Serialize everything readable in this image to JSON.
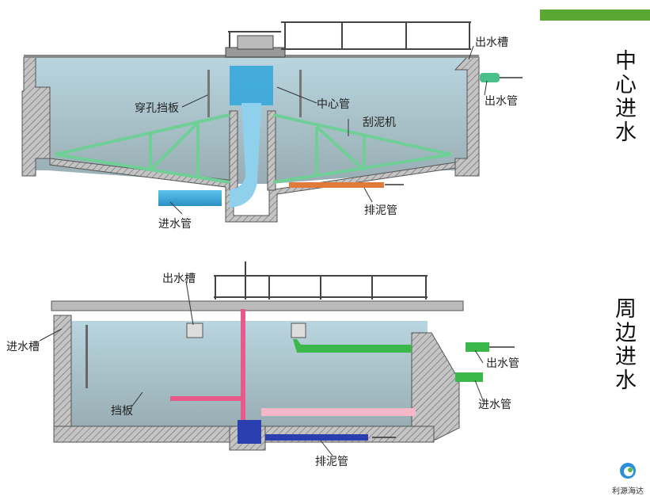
{
  "sections": [
    {
      "title": "中心进水",
      "chars": [
        "中",
        "心",
        "进",
        "水"
      ]
    },
    {
      "title": "周边进水",
      "chars": [
        "周",
        "边",
        "进",
        "水"
      ]
    }
  ],
  "top_diagram": {
    "labels": {
      "outlet_trough": "出水槽",
      "outlet_pipe": "出水管",
      "perforated_baffle": "穿孔挡板",
      "center_pipe": "中心管",
      "scraper": "刮泥机",
      "inlet_pipe": "进水管",
      "sludge_pipe": "排泥管"
    }
  },
  "bottom_diagram": {
    "labels": {
      "outlet_trough": "出水槽",
      "inlet_trough": "进水槽",
      "baffle": "挡板",
      "outlet_pipe": "出水管",
      "inlet_pipe": "进水管",
      "sludge_pipe": "排泥管"
    }
  },
  "logo": {
    "text": "利源海达"
  },
  "colors": {
    "accent": "#5aa832",
    "water": "#a9c4cc",
    "scraper": "#7fd3a0",
    "sludge_pipe": "#e07a3a",
    "inlet": "#3aa0d8",
    "wall": "#b5b5b5"
  }
}
